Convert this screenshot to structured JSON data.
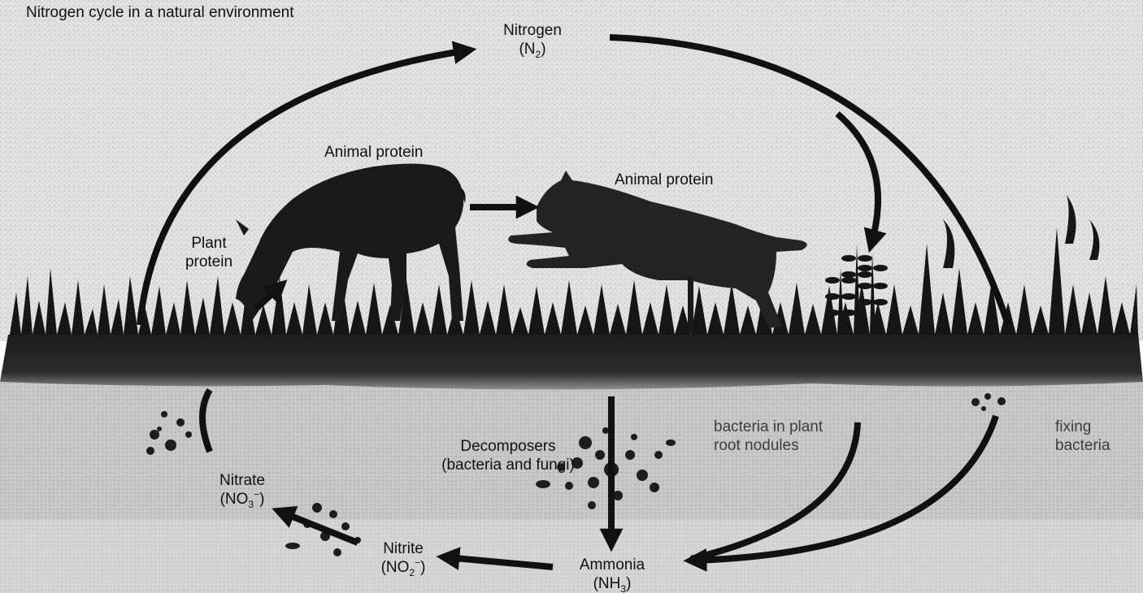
{
  "diagram": {
    "title": "Nitrogen cycle in a natural environment",
    "nodes": {
      "nitrogen": {
        "name": "Nitrogen",
        "formula_pre": "(N",
        "formula_sub": "2",
        "formula_post": ")"
      },
      "animal_protein_deer": "Animal protein",
      "animal_protein_wolf": "Animal protein",
      "plant_protein": {
        "line1": "Plant",
        "line2": "protein"
      },
      "decomposers": {
        "line1": "Decomposers",
        "line2": "(bacteria and fungi)"
      },
      "nitrogen_fixing_nodules": {
        "line1": "bacteria in plant",
        "line2": "root nodules"
      },
      "nitrogen_fixing_bacteria": {
        "line1": "fixing",
        "line2": "bacteria"
      },
      "nitrate": {
        "name": "Nitrate",
        "formula_pre": "(NO",
        "formula_sub": "3",
        "formula_sup": "−",
        "formula_post": ")"
      },
      "nitrite": {
        "name": "Nitrite",
        "formula_pre": "(NO",
        "formula_sub": "2",
        "formula_sup": "−",
        "formula_post": ")"
      },
      "ammonia": {
        "name": "Ammonia",
        "formula_pre": "(NH",
        "formula_sub": "3",
        "formula_post": ")"
      }
    },
    "colors": {
      "arrow": "#111111",
      "soil": "#2a2a2a",
      "ground": "#c9c9c9",
      "sky": "#e4e4e4"
    }
  }
}
